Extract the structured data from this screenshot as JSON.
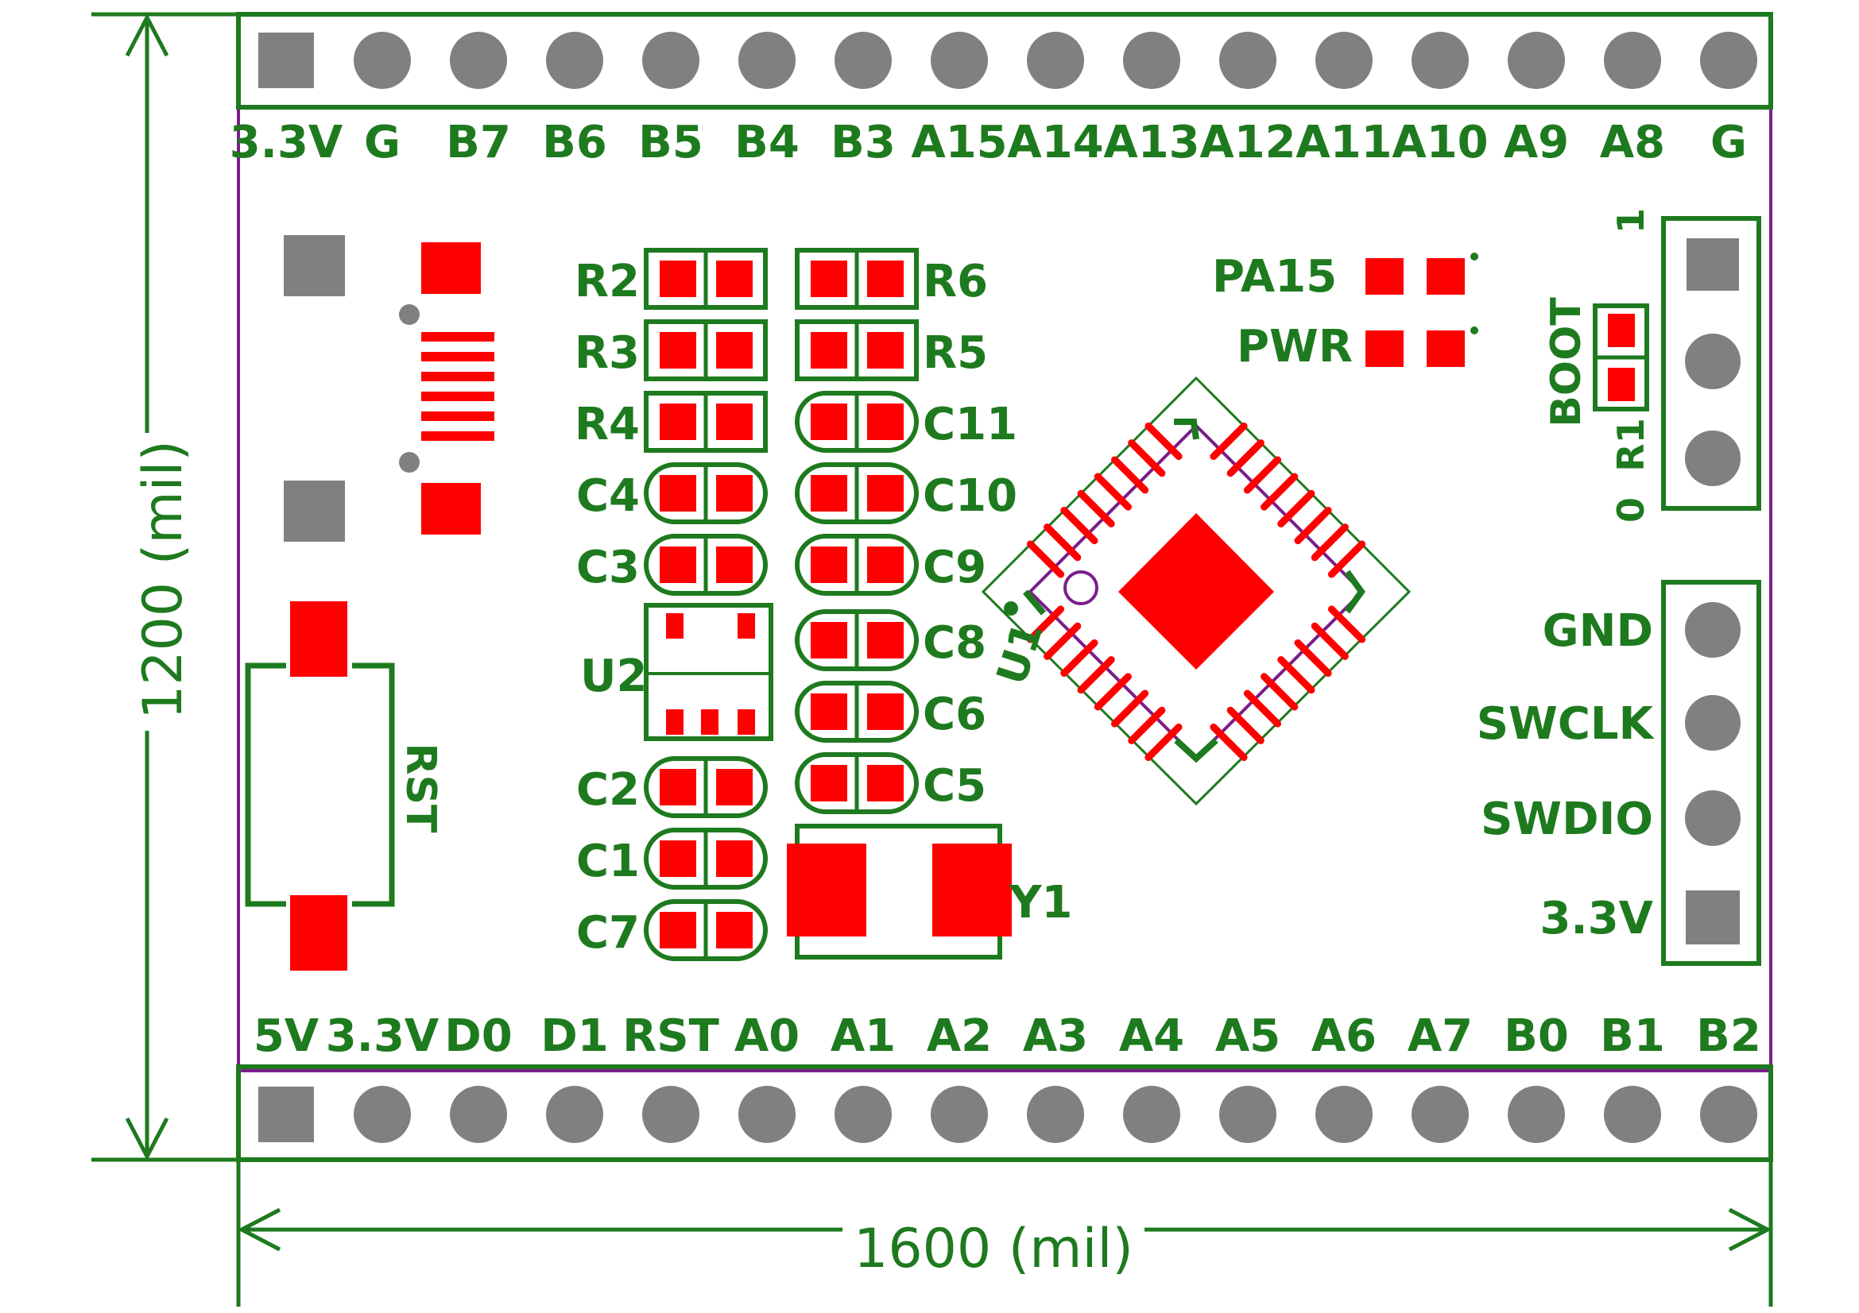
{
  "dimensions": {
    "width_label": "1600 (mil)",
    "height_label": "1200 (mil)"
  },
  "header_top": {
    "pins": [
      "3.3V",
      "G",
      "B7",
      "B6",
      "B5",
      "B4",
      "B3",
      "A15",
      "A14",
      "A13",
      "A12",
      "A11",
      "A10",
      "A9",
      "A8",
      "G"
    ]
  },
  "header_bottom": {
    "pins": [
      "5V",
      "3.3V",
      "D0",
      "D1",
      "RST",
      "A0",
      "A1",
      "A2",
      "A3",
      "A4",
      "A5",
      "A6",
      "A7",
      "B0",
      "B1",
      "B2"
    ]
  },
  "components": {
    "resistors_left": [
      "R2",
      "R3",
      "R4"
    ],
    "resistors_right": [
      "R6",
      "R5"
    ],
    "caps_left": [
      "C4",
      "C3"
    ],
    "caps_left_lower": [
      "C2",
      "C1",
      "C7"
    ],
    "caps_right": [
      "C11",
      "C10",
      "C9",
      "C8",
      "C6",
      "C5"
    ],
    "regulator": "U2",
    "crystal": "Y1",
    "mcu": "U1",
    "reset_button": "RST"
  },
  "leds": {
    "pa15": "PA15",
    "pwr": "PWR"
  },
  "boot_jumper": {
    "label": "BOOT",
    "resistor": "R1",
    "pin_high": "1",
    "pin_low": "0"
  },
  "swd_header": {
    "pins": [
      "GND",
      "SWCLK",
      "SWDIO",
      "3.3V"
    ]
  },
  "colors": {
    "silkscreen": "#1e7a1e",
    "pad": "#ff0000",
    "hole": "#808080",
    "outline": "#7a1e8a"
  }
}
